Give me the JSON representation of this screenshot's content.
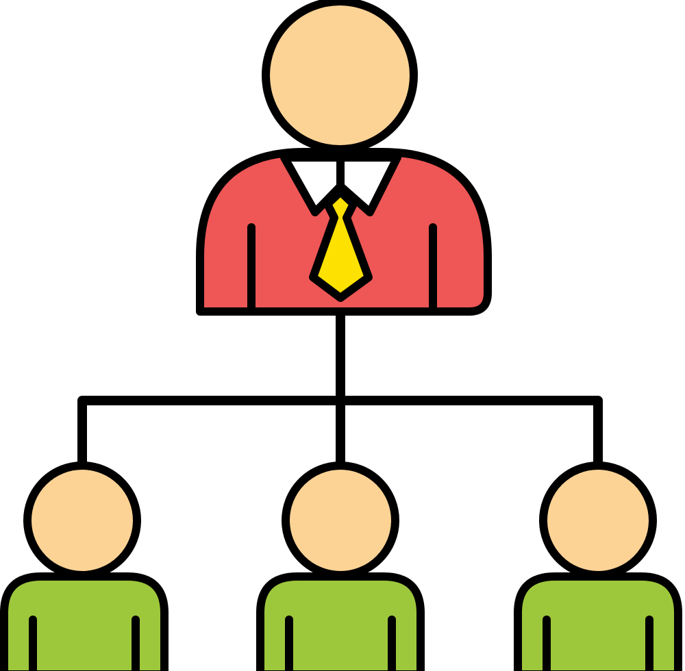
{
  "icon": {
    "name": "org-hierarchy-icon",
    "leader": {
      "role": "manager",
      "accessory": "tie"
    },
    "members": [
      {
        "role": "team-member-left"
      },
      {
        "role": "team-member-center"
      },
      {
        "role": "team-member-right"
      }
    ]
  },
  "colors": {
    "outline": "#000000",
    "skin": "#fdd395",
    "leader_shirt": "#ef5656",
    "collar": "#ffffff",
    "tie": "#fde100",
    "member_shirt": "#9ec83c",
    "background": "#ffffff"
  }
}
